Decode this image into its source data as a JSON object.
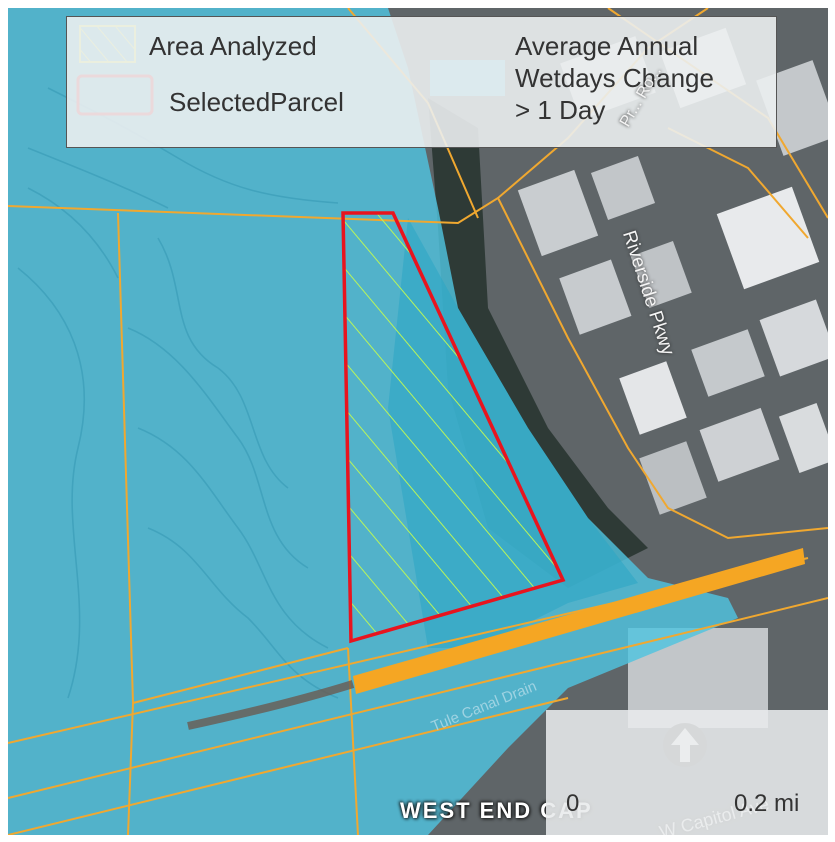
{
  "legend": {
    "area_analyzed_label": "Area Analyzed",
    "selected_parcel_label": "SelectedParcel",
    "wetdays_label_line1": "Average Annual",
    "wetdays_label_line2": "Wetdays Change",
    "wetdays_label_line3": "> 1 Day"
  },
  "labels": {
    "riverside_pkwy": "Riverside Pkwy",
    "tule_canal_drain": "Tule Canal Drain",
    "west_end_cap": "WEST END CAP",
    "w_capitol_ave": "W Capitol Ave",
    "street_partial": "Pr... Ro..."
  },
  "scale_bar": {
    "start": "0",
    "end": "0.2 mi"
  },
  "colors": {
    "wetdays_fill": "#4fc3df",
    "selected_parcel_outline": "#e8141e",
    "area_analyzed_hatch": "#b8f55a",
    "parcel_lines": "#f0a830",
    "north_arrow": "#555555"
  },
  "icons": {
    "north_arrow": "north-arrow-icon"
  }
}
